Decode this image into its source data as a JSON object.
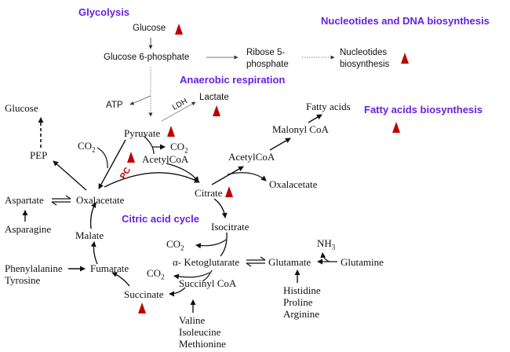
{
  "colors": {
    "heading": "#6a1fe0",
    "marker": "#c00000",
    "text": "#111111",
    "arrow": "#111111",
    "dotted_arrow": "#777777"
  },
  "headings": {
    "glycolysis": "Glycolysis",
    "nucleotides_dna": "Nucleotides and DNA biosynthesis",
    "anaerobic": "Anaerobic  respiration",
    "fatty_acids": "Fatty acids biosynthesis",
    "citric_cycle": "Citric acid cycle"
  },
  "nodes": {
    "glucose_top": "Glucose",
    "glucose_6p": "Glucose 6-phosphate",
    "ribose_5p_line1": "Ribose 5-",
    "ribose_5p_line2": "phosphate",
    "nucleotides_line1": "Nucleotides",
    "nucleotides_line2": "biosynthesis",
    "atp": "ATP",
    "ldh": "LDH",
    "lactate": "Lactate",
    "glucose_left": "Glucose",
    "pep": "PEP",
    "co2_left": "CO",
    "co2_sub": "2",
    "pyruvate": "Pyruvate",
    "co2_pyruvate": "CO",
    "acetylcoa_1": "AcetylCoA",
    "pc": "PC",
    "fatty_acids": "Fatty acids",
    "malonyl_coa": "Malonyl CoA",
    "acetylcoa_2": "AcetylCoA",
    "oxalacetate_right": "Oxalacetate",
    "citrate": "Citrate",
    "aspartate": "Aspartate",
    "oxalacetate": "Oxalacetate",
    "asparagine": "Asparagine",
    "isocitrate": "Isocitrate",
    "malate": "Malate",
    "co2_iso": "CO",
    "alpha_kg": "α- Ketoglutarate",
    "glutamate": "Glutamate",
    "nh3": "NH",
    "nh3_sub": "3",
    "glutamine": "Glutamine",
    "phenylalanine": "Phenylalanine",
    "tyrosine": "Tyrosine",
    "fumarate": "Fumarate",
    "co2_akg": "CO",
    "succinyl_coa": "Succinyl CoA",
    "succinate": "Succinate",
    "histidine": "Histidine",
    "proline": "Proline",
    "arginine": "Arginine",
    "valine": "Valine",
    "isoleucine": "Isoleucine",
    "methionine": "Methionine"
  },
  "upregulated_markers": [
    "Glucose",
    "Nucleotides biosynthesis",
    "Lactate",
    "Fatty acids biosynthesis",
    "Pyruvate",
    "PC",
    "Citrate",
    "Succinate"
  ]
}
